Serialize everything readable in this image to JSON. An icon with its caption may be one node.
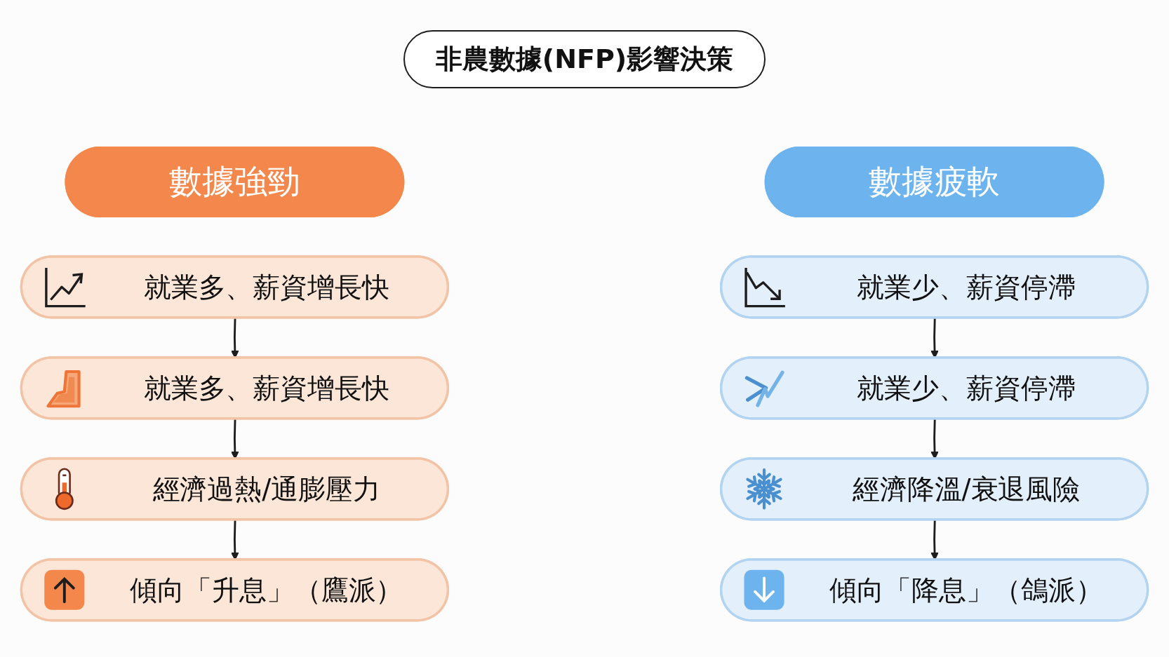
{
  "diagram": {
    "title": "非農數據(NFP)影響決策",
    "nodes": [
      {
        "text": [
          "數據強勁"
        ]
      },
      {
        "text": [
          "就業多、薪資增長快"
        ]
      },
      {
        "text": [
          "就業多、薪資增長快"
        ]
      },
      {
        "text": [
          "經濟過熱/通膨壓力"
        ]
      },
      {
        "text": [
          "傾向「升息」（鷹派）"
        ]
      },
      {
        "text": [
          "數據疲軟"
        ]
      },
      {
        "text": [
          "就業少、薪資停滯"
        ]
      },
      {
        "text": [
          "就業少、薪資停滯"
        ]
      },
      {
        "text": [
          "經濟降溫/衰退風險"
        ]
      },
      {
        "text": [
          "傾向「降息」（鴿派）"
        ]
      }
    ],
    "edges": [
      {
        "from": 1,
        "to": 2,
        "arrow": "to"
      },
      {
        "from": 2,
        "to": 3,
        "arrow": "to"
      },
      {
        "from": 3,
        "to": 4,
        "arrow": "to"
      },
      {
        "from": 6,
        "to": 7,
        "arrow": "to"
      },
      {
        "from": 7,
        "to": 8,
        "arrow": "to"
      },
      {
        "from": 8,
        "to": 9,
        "arrow": "to"
      }
    ]
  }
}
